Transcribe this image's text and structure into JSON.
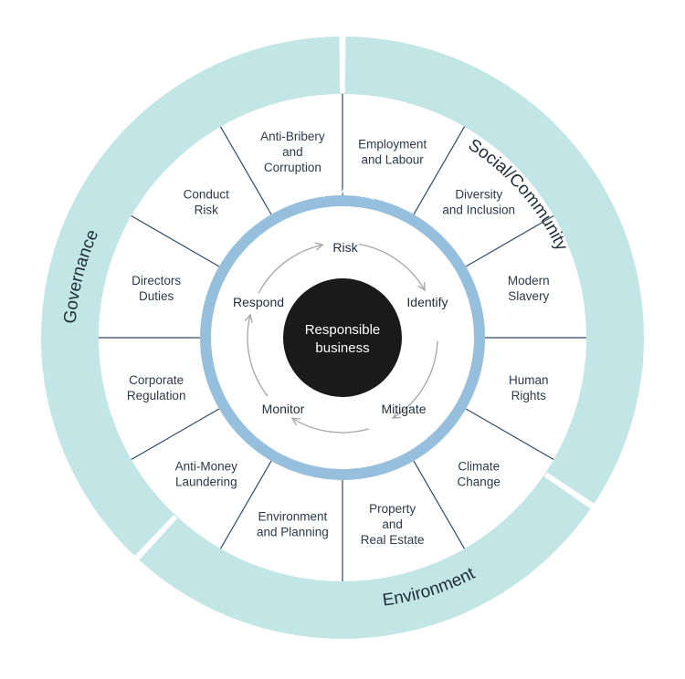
{
  "center": {
    "line1": "Responsible",
    "line2": "business"
  },
  "cycle": {
    "risk": "Risk",
    "identify": "Identify",
    "mitigate": "Mitigate",
    "monitor": "Monitor",
    "respond": "Respond"
  },
  "improvement_label": "Continuous improvement",
  "categories": {
    "social": "Social/Community",
    "governance": "Governance",
    "environment": "Environment"
  },
  "segments": [
    {
      "lines": [
        "Employment",
        "and Labour"
      ]
    },
    {
      "lines": [
        "Diversity",
        "and Inclusion"
      ]
    },
    {
      "lines": [
        "Modern",
        "Slavery"
      ]
    },
    {
      "lines": [
        "Human",
        "Rights"
      ]
    },
    {
      "lines": [
        "Climate",
        "Change"
      ]
    },
    {
      "lines": [
        "Property",
        "and",
        "Real Estate"
      ]
    },
    {
      "lines": [
        "Environment",
        "and Planning"
      ]
    },
    {
      "lines": [
        "Anti-Money",
        "Laundering"
      ]
    },
    {
      "lines": [
        "Corporate",
        "Regulation"
      ]
    },
    {
      "lines": [
        "Directors",
        "Duties"
      ]
    },
    {
      "lines": [
        "Conduct",
        "Risk"
      ]
    },
    {
      "lines": [
        "Anti-Bribery",
        "and",
        "Corruption"
      ]
    }
  ],
  "colors": {
    "outer_ring": "#c2e5e5",
    "improvement_ring": "#95bfdc",
    "divider": "#2f4a66",
    "center_fill": "#1a1a1a",
    "arrow": "#aaaaaa"
  }
}
